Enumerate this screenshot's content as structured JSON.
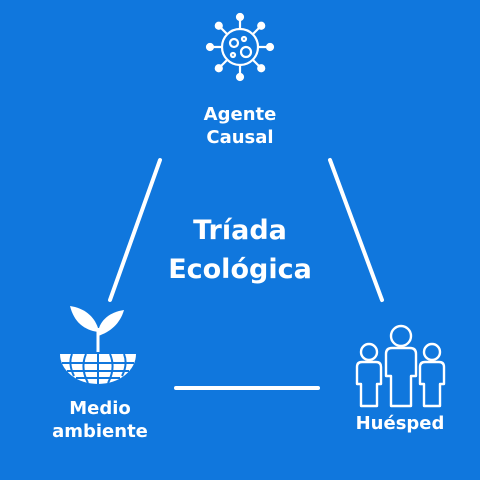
{
  "diagram": {
    "title": [
      "Tríada",
      "Ecológica"
    ],
    "nodes": {
      "agent": {
        "label": [
          "Agente",
          "Causal"
        ],
        "icon": "virus-icon"
      },
      "environment": {
        "label": [
          "Medio",
          "ambiente"
        ],
        "icon": "plant-globe-icon"
      },
      "host": {
        "label": [
          "Huésped"
        ],
        "icon": "people-group-icon"
      }
    },
    "colors": {
      "background": "#1077dd",
      "foreground": "#ffffff"
    }
  }
}
